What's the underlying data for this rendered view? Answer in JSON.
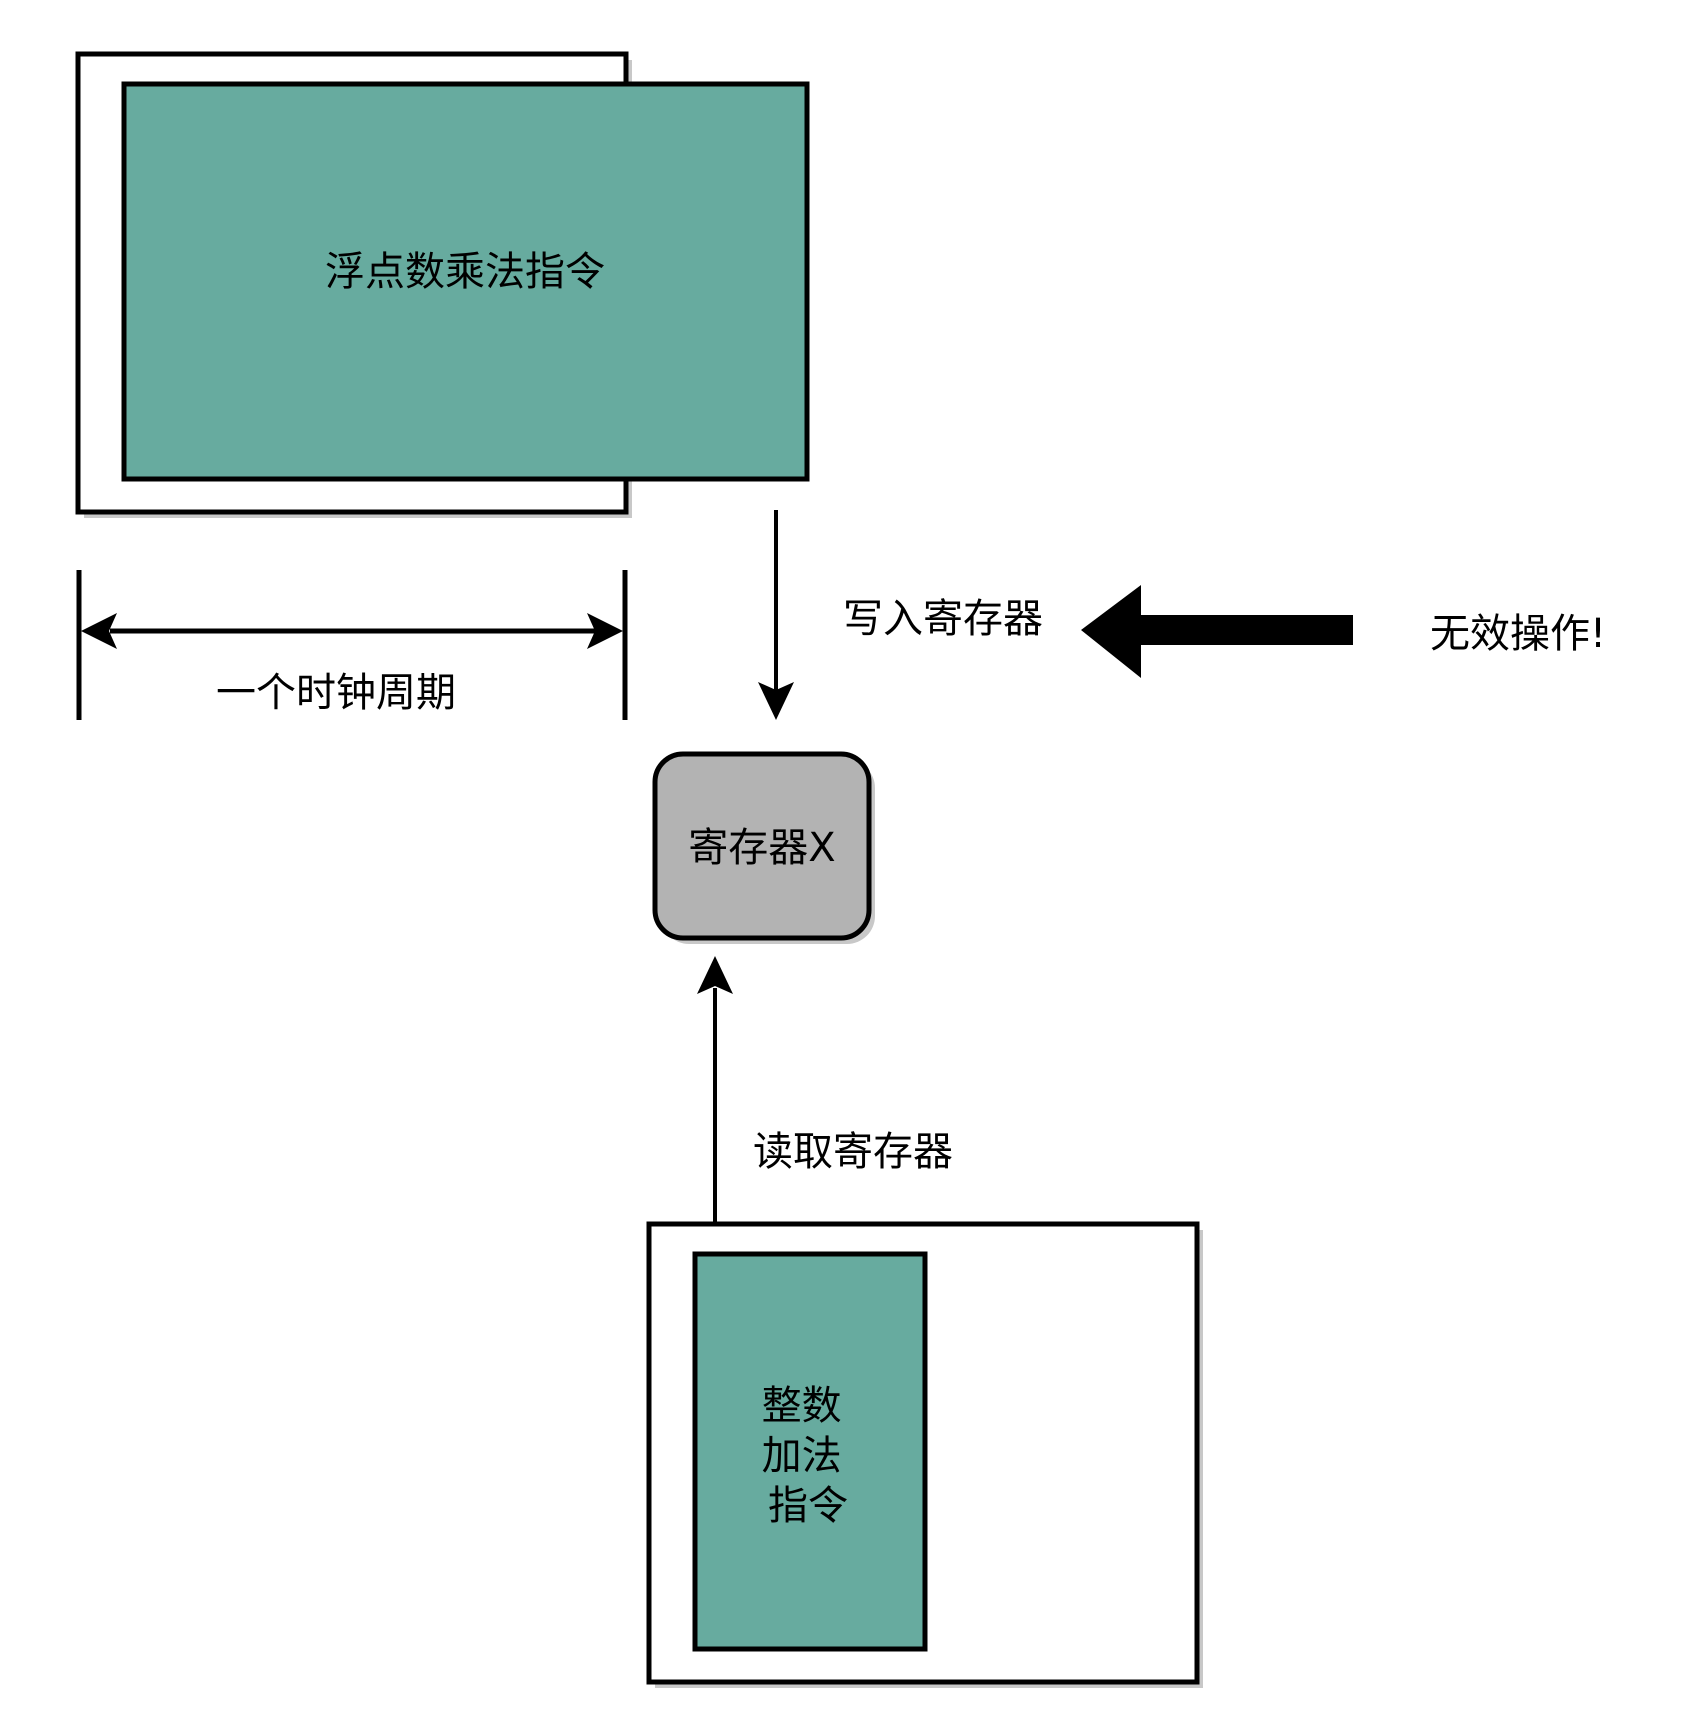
{
  "diagram": {
    "fp_multiply_label": "浮点数乘法指令",
    "clock_cycle_label": "一个时钟周期",
    "write_register_label": "写入寄存器",
    "invalid_operation_label": "无效操作!",
    "register_label": "寄存器X",
    "read_register_label": "读取寄存器",
    "int_add_label_lines": [
      "整数",
      "加法",
      "指令"
    ]
  },
  "colors": {
    "instruction_fill": "#67ab9f",
    "register_fill": "#b3b3b3",
    "shadow": "#c8c8c8",
    "stroke": "#000000",
    "background": "#ffffff"
  }
}
